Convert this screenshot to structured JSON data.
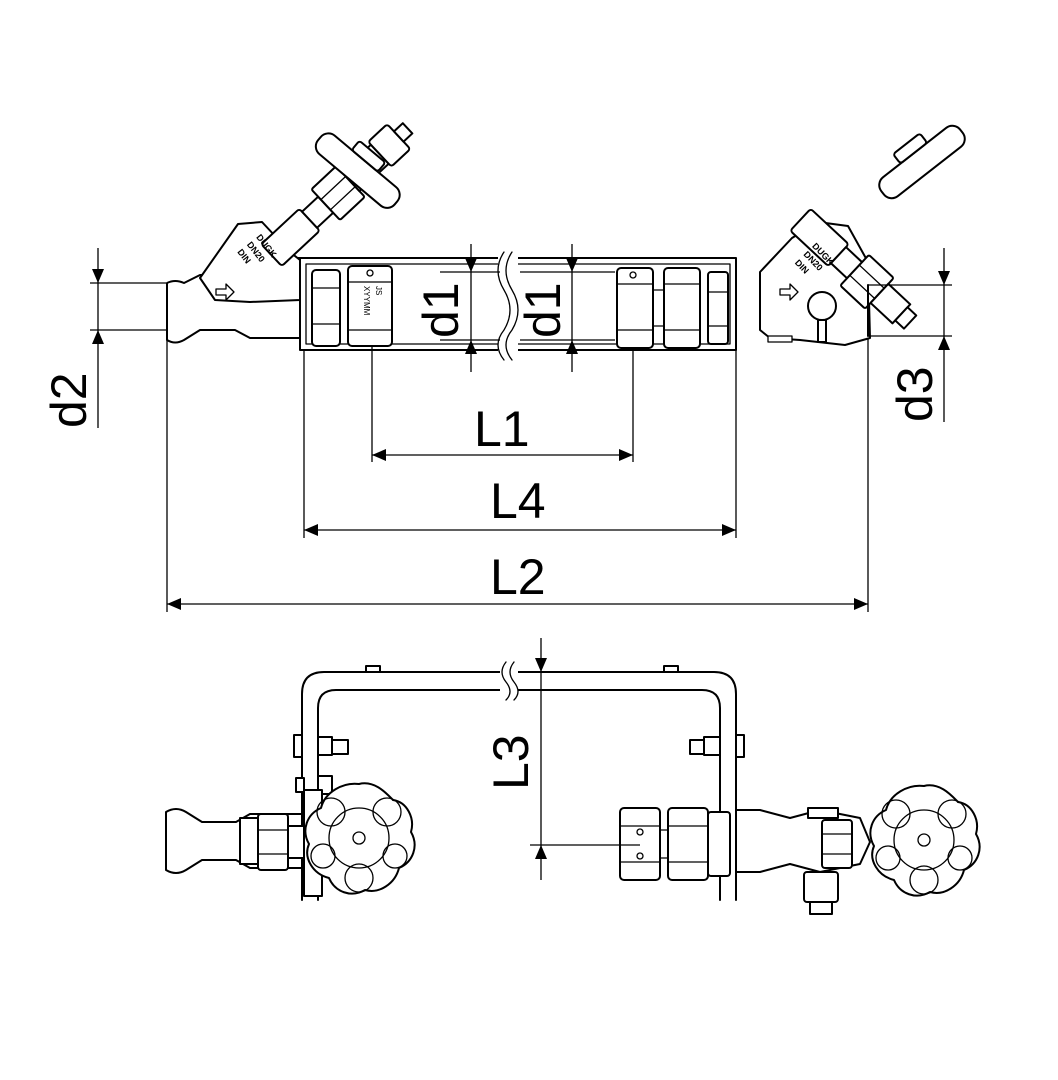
{
  "dimensions": {
    "d1": "d1",
    "d2": "d2",
    "d3": "d3",
    "L1": "L1",
    "L2": "L2",
    "L3": "L3",
    "L4": "L4"
  },
  "valve_markings": {
    "line1": "DUGK",
    "line2": "DN20",
    "line3": "DIN"
  },
  "meter_marking": {
    "line1": "JS",
    "line2": "XYYMM"
  },
  "icons": [
    "flow-arrow-icon",
    "break-mark-icon",
    "handwheel-icon"
  ]
}
